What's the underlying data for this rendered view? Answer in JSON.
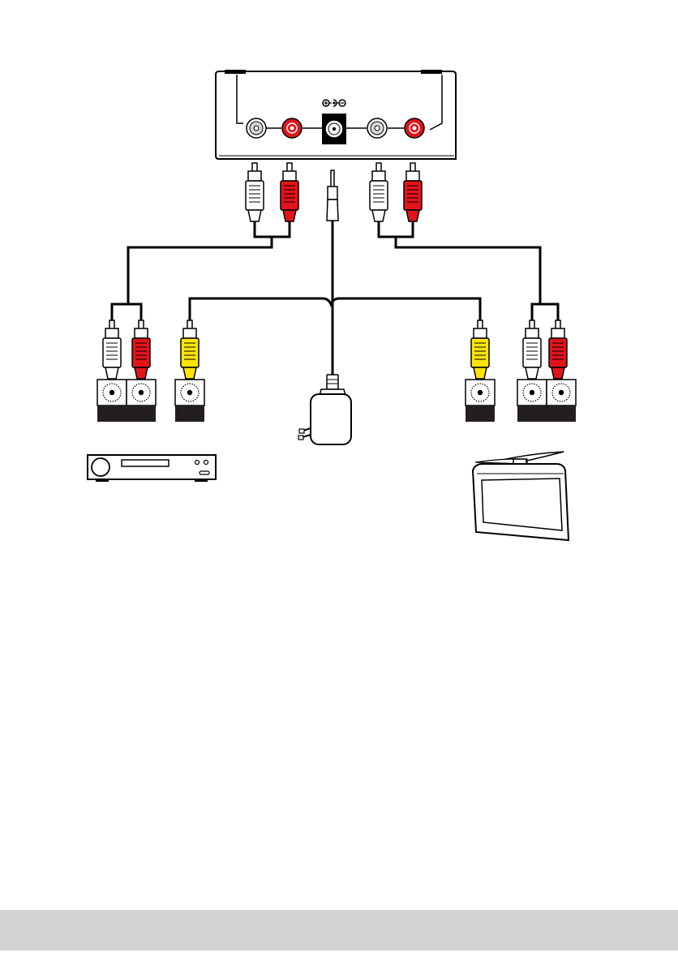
{
  "diagram": {
    "device": {
      "power_polarity_symbol": "⊕-◐-⊖",
      "ports": [
        "white-rca-jack",
        "red-rca-jack",
        "dc-power-jack",
        "white-rca-jack",
        "red-rca-jack"
      ]
    },
    "plugs": {
      "audio_left": "white-rca-plug",
      "audio_right": "red-rca-plug",
      "video": "yellow-rca-plug",
      "power": "dc-barrel-plug"
    },
    "endpoints": {
      "left": "av-receiver-icon",
      "right": "tv-monitor-icon",
      "center": "wall-power-adapter-icon"
    },
    "colors": {
      "white_plug": "#ffffff",
      "red_plug": "#e2141b",
      "yellow_plug": "#fde500",
      "cable": "#000000",
      "footer_band": "#d2d3d5"
    }
  },
  "footer": {}
}
